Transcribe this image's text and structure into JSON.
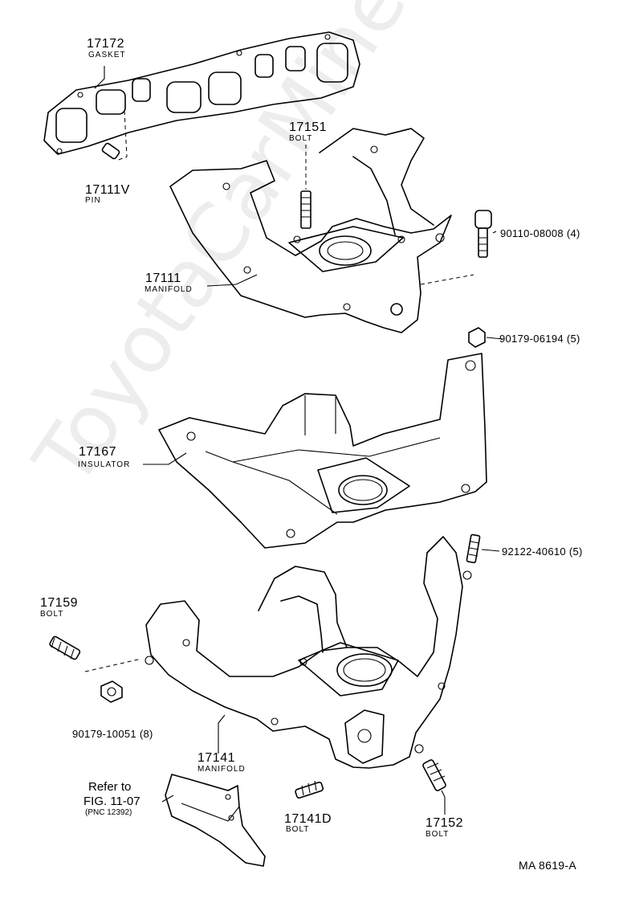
{
  "diagram_code": "MA  8619-A",
  "watermark": "ToyotaCarMine.ru",
  "parts": {
    "p17172": {
      "number": "17172",
      "name": "GASKET"
    },
    "p17111v": {
      "number": "17111V",
      "name": "PIN"
    },
    "p17151": {
      "number": "17151",
      "name": "BOLT"
    },
    "p17111": {
      "number": "17111",
      "name": "MANIFOLD"
    },
    "p90110": {
      "number": "90110-08008 (4)"
    },
    "p90179a": {
      "number": "90179-06194 (5)"
    },
    "p17167": {
      "number": "17167",
      "name": "INSULATOR"
    },
    "p92122": {
      "number": "92122-40610 (5)"
    },
    "p17159": {
      "number": "17159",
      "name": "BOLT"
    },
    "p90179b": {
      "number": "90179-10051 (8)"
    },
    "p17141": {
      "number": "17141",
      "name": "MANIFOLD"
    },
    "p17141d": {
      "number": "17141D",
      "name": "BOLT"
    },
    "p17152": {
      "number": "17152",
      "name": "BOLT"
    }
  },
  "reference": {
    "line1": "Refer to",
    "line2": "FIG. 11-07",
    "line3": "(PNC 12392)"
  }
}
